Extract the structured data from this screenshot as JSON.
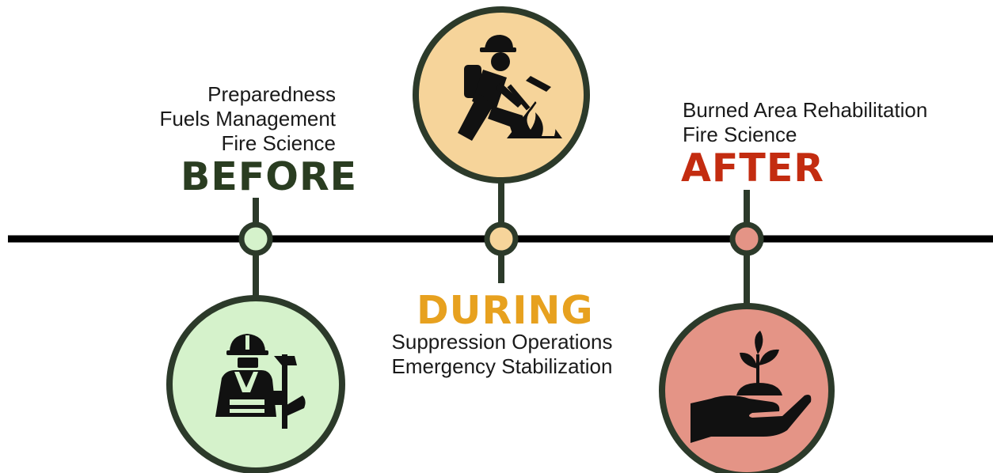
{
  "colors": {
    "dark": "#2c3a2a",
    "before_circle": "#d5f2cb",
    "during_circle": "#f6d49a",
    "after_circle": "#e49486",
    "before_dot": "#d5f2cb",
    "during_dot": "#f6d49a",
    "after_dot": "#e49486",
    "before_label": "#2a3d21",
    "during_label": "#e7a11f",
    "after_label": "#c32c10"
  },
  "title": "",
  "before": {
    "label": "BEFORE",
    "items": [
      "Preparedness",
      "Fuels Management",
      "Fire Science"
    ],
    "icon": "firefighter-with-axe-icon"
  },
  "during": {
    "label": "DURING",
    "items": [
      "Suppression Operations",
      "Emergency Stabilization"
    ],
    "icon": "firefighter-digging-fire-icon"
  },
  "after": {
    "label": "AFTER",
    "items": [
      "Burned Area Rehabilitation",
      "Fire Science"
    ],
    "icon": "hand-holding-seedling-icon"
  }
}
